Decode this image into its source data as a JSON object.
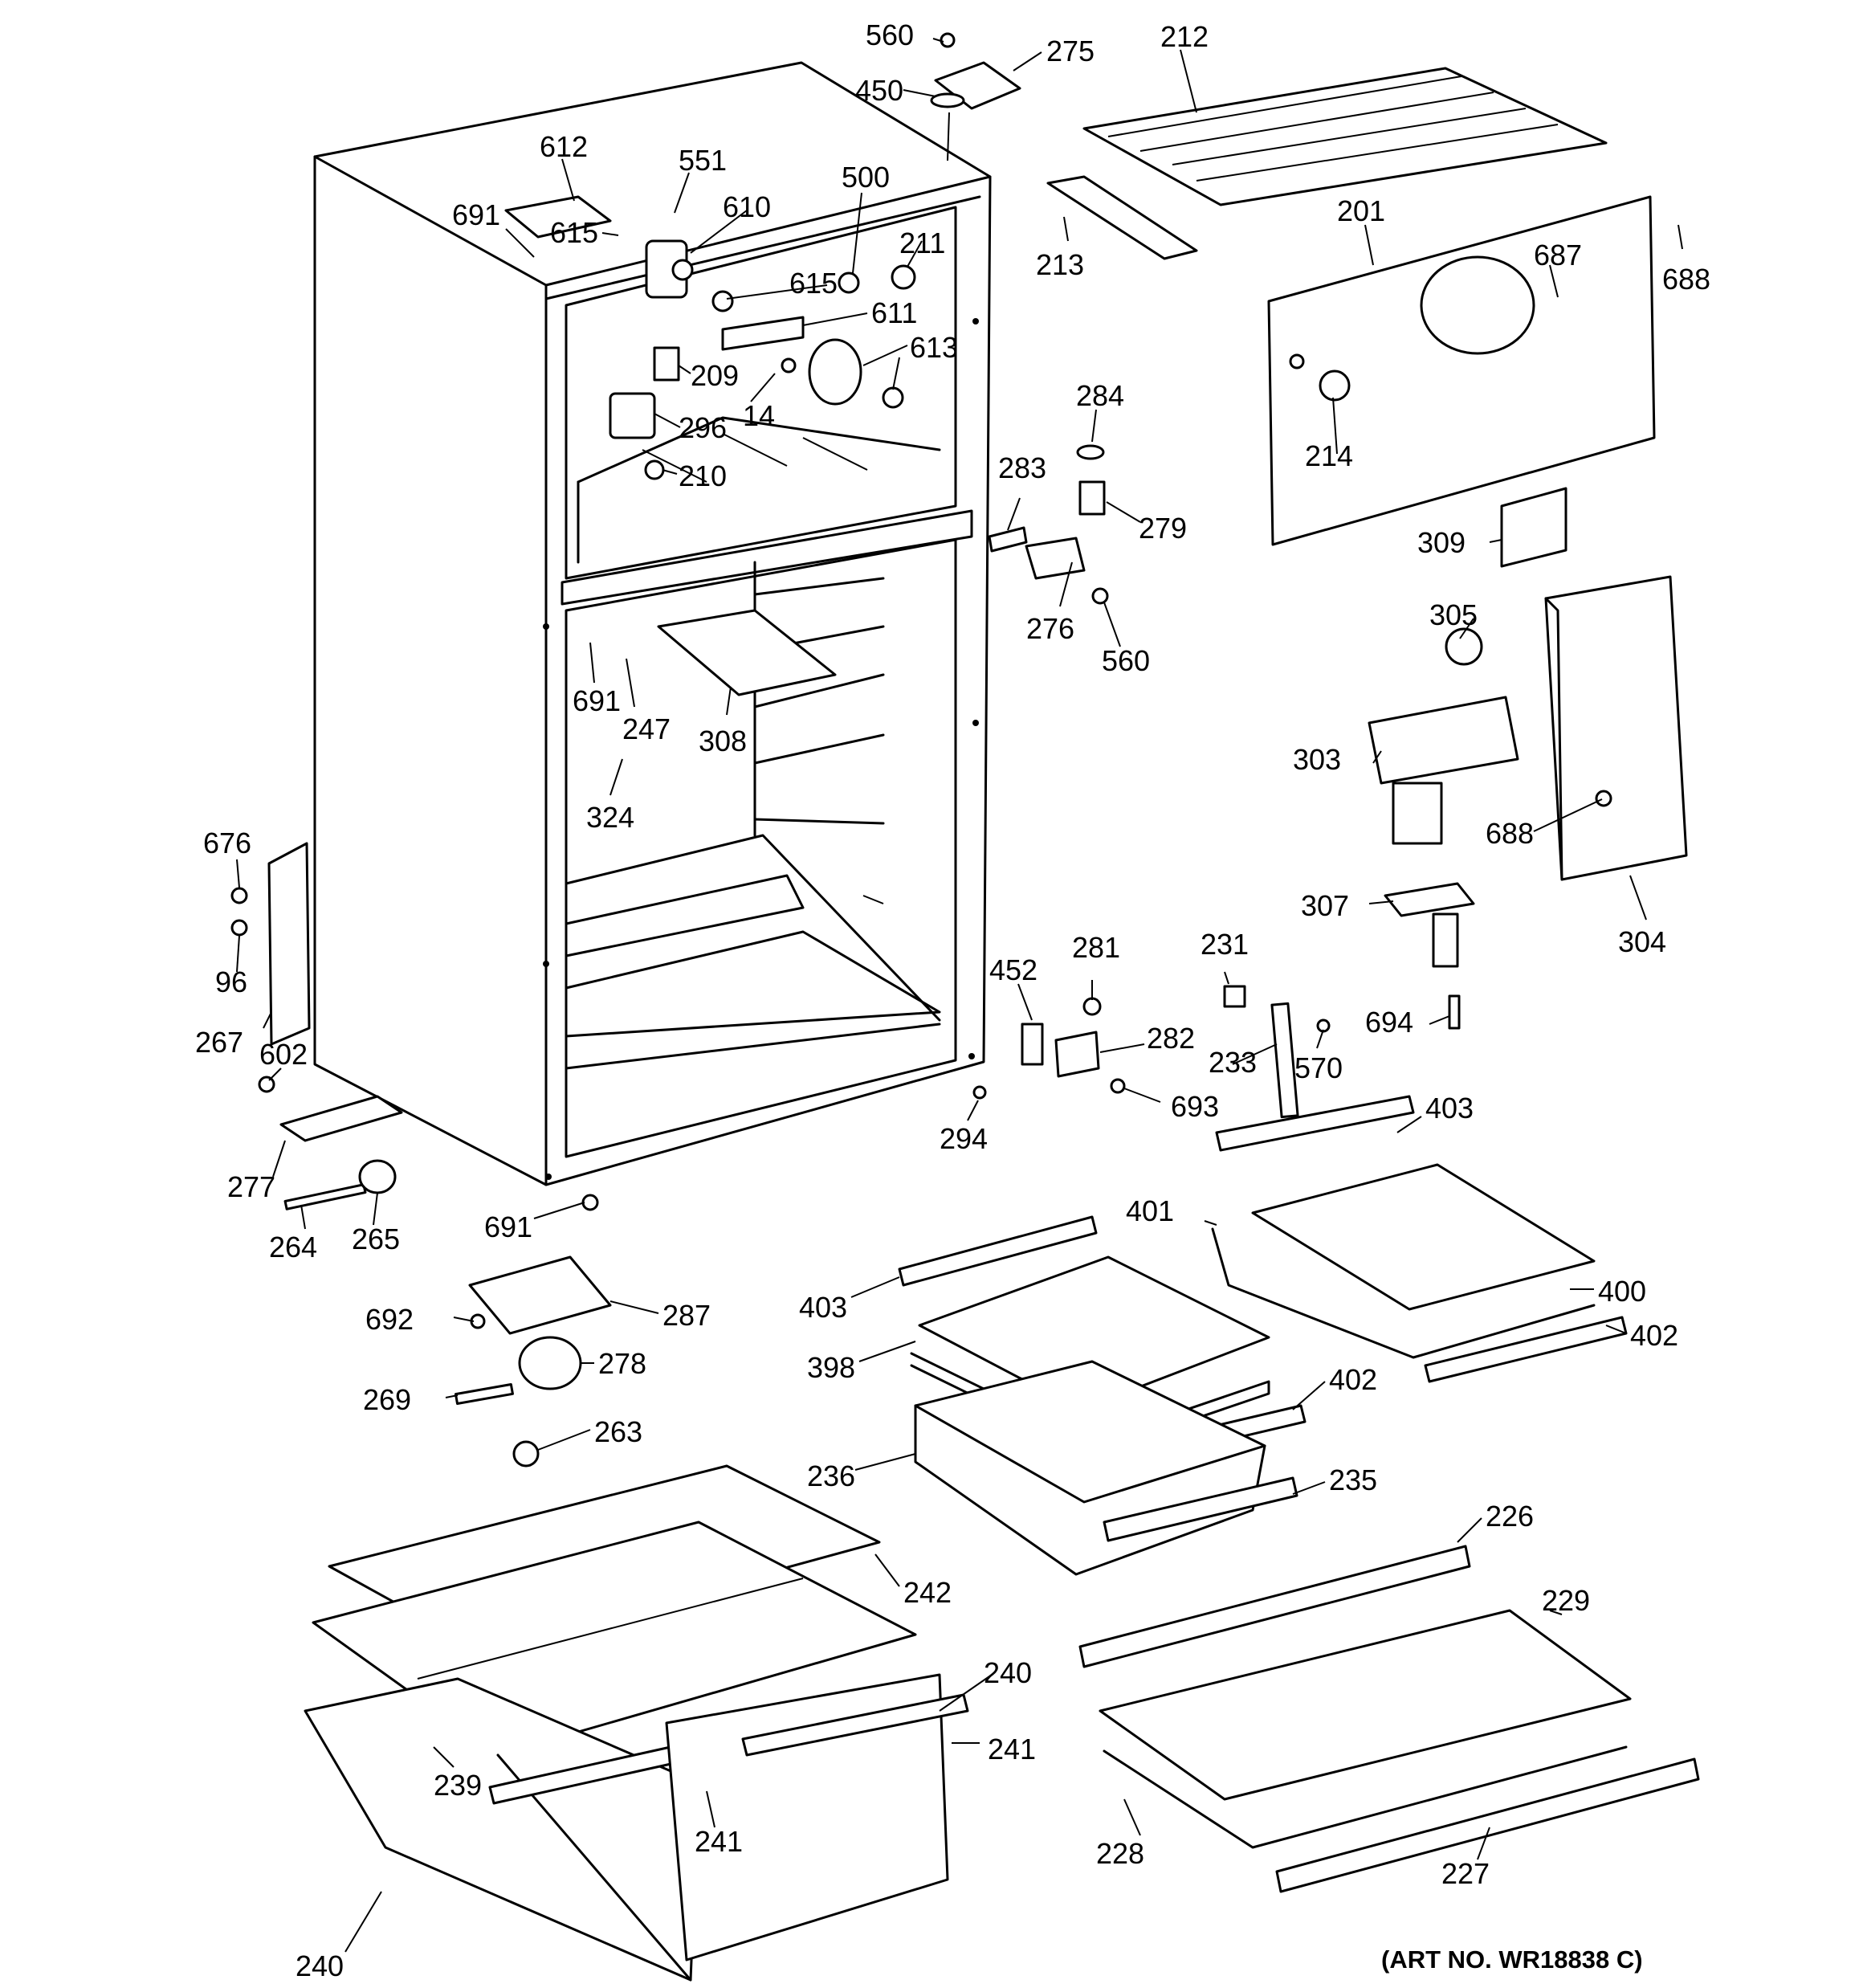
{
  "art_number": "(ART NO. WR18838 C)",
  "callouts": [
    {
      "id": "560-top",
      "text": "560"
    },
    {
      "id": "275",
      "text": "275"
    },
    {
      "id": "212",
      "text": "212"
    },
    {
      "id": "450",
      "text": "450"
    },
    {
      "id": "612",
      "text": "612"
    },
    {
      "id": "551",
      "text": "551"
    },
    {
      "id": "691-a",
      "text": "691"
    },
    {
      "id": "615-a",
      "text": "615"
    },
    {
      "id": "610",
      "text": "610"
    },
    {
      "id": "500",
      "text": "500"
    },
    {
      "id": "211",
      "text": "211"
    },
    {
      "id": "615-b",
      "text": "615"
    },
    {
      "id": "611",
      "text": "611"
    },
    {
      "id": "613",
      "text": "613"
    },
    {
      "id": "209",
      "text": "209"
    },
    {
      "id": "14",
      "text": "14"
    },
    {
      "id": "296",
      "text": "296"
    },
    {
      "id": "210",
      "text": "210"
    },
    {
      "id": "213",
      "text": "213"
    },
    {
      "id": "201",
      "text": "201"
    },
    {
      "id": "687",
      "text": "687"
    },
    {
      "id": "688-a",
      "text": "688"
    },
    {
      "id": "284",
      "text": "284"
    },
    {
      "id": "214",
      "text": "214"
    },
    {
      "id": "283",
      "text": "283"
    },
    {
      "id": "279",
      "text": "279"
    },
    {
      "id": "309",
      "text": "309"
    },
    {
      "id": "276",
      "text": "276"
    },
    {
      "id": "560-b",
      "text": "560"
    },
    {
      "id": "305",
      "text": "305"
    },
    {
      "id": "691-b",
      "text": "691"
    },
    {
      "id": "247",
      "text": "247"
    },
    {
      "id": "308",
      "text": "308"
    },
    {
      "id": "303",
      "text": "303"
    },
    {
      "id": "324",
      "text": "324"
    },
    {
      "id": "688-b",
      "text": "688"
    },
    {
      "id": "676",
      "text": "676"
    },
    {
      "id": "307",
      "text": "307"
    },
    {
      "id": "304",
      "text": "304"
    },
    {
      "id": "96",
      "text": "96"
    },
    {
      "id": "452",
      "text": "452"
    },
    {
      "id": "281",
      "text": "281"
    },
    {
      "id": "231",
      "text": "231"
    },
    {
      "id": "694",
      "text": "694"
    },
    {
      "id": "267",
      "text": "267"
    },
    {
      "id": "602",
      "text": "602"
    },
    {
      "id": "282",
      "text": "282"
    },
    {
      "id": "233",
      "text": "233"
    },
    {
      "id": "570",
      "text": "570"
    },
    {
      "id": "294",
      "text": "294"
    },
    {
      "id": "693",
      "text": "693"
    },
    {
      "id": "403-a",
      "text": "403"
    },
    {
      "id": "277",
      "text": "277"
    },
    {
      "id": "691-c",
      "text": "691"
    },
    {
      "id": "401",
      "text": "401"
    },
    {
      "id": "264",
      "text": "264"
    },
    {
      "id": "265",
      "text": "265"
    },
    {
      "id": "403-b",
      "text": "403"
    },
    {
      "id": "400",
      "text": "400"
    },
    {
      "id": "692",
      "text": "692"
    },
    {
      "id": "287",
      "text": "287"
    },
    {
      "id": "402-a",
      "text": "402"
    },
    {
      "id": "398",
      "text": "398"
    },
    {
      "id": "278",
      "text": "278"
    },
    {
      "id": "269",
      "text": "269"
    },
    {
      "id": "402-b",
      "text": "402"
    },
    {
      "id": "263",
      "text": "263"
    },
    {
      "id": "236",
      "text": "236"
    },
    {
      "id": "235",
      "text": "235"
    },
    {
      "id": "226",
      "text": "226"
    },
    {
      "id": "242",
      "text": "242"
    },
    {
      "id": "229",
      "text": "229"
    },
    {
      "id": "240-a",
      "text": "240"
    },
    {
      "id": "241-a",
      "text": "241"
    },
    {
      "id": "239",
      "text": "239"
    },
    {
      "id": "241-b",
      "text": "241"
    },
    {
      "id": "228",
      "text": "228"
    },
    {
      "id": "227",
      "text": "227"
    },
    {
      "id": "240-b",
      "text": "240"
    }
  ]
}
